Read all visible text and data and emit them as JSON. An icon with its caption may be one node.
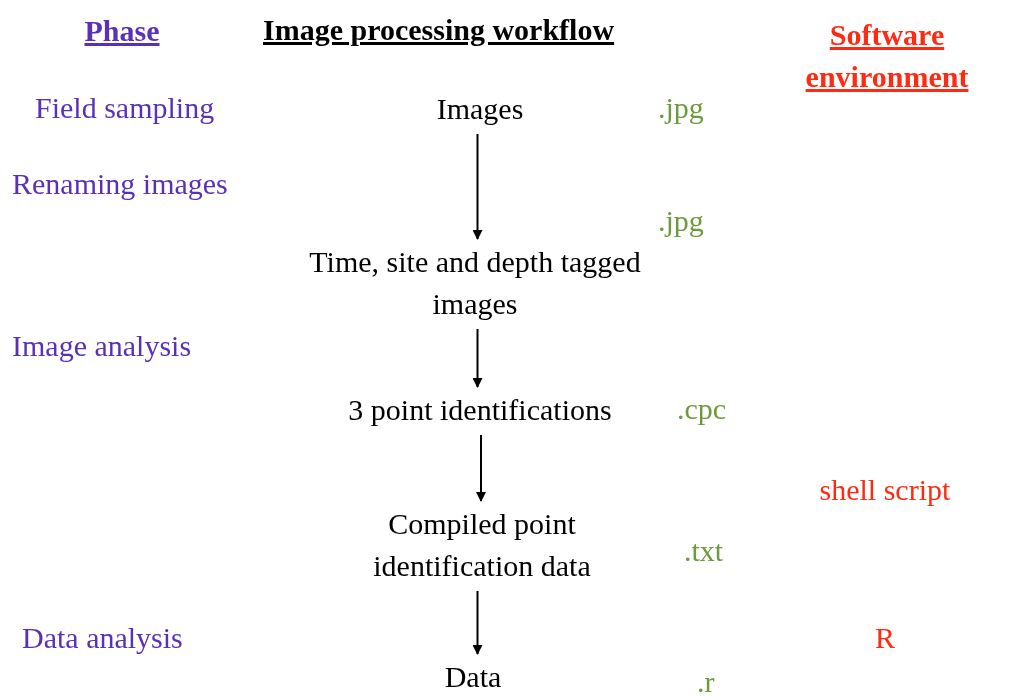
{
  "diagram": {
    "title": "Image processing workflow",
    "nodes": [
      {
        "text": [
          "Images"
        ]
      },
      {
        "text": [
          "Time, site and depth tagged images"
        ]
      },
      {
        "text": [
          "3 point identifications"
        ]
      },
      {
        "text": [
          "Compiled point identification data"
        ]
      },
      {
        "text": [
          "Data"
        ]
      }
    ],
    "edges": [
      {
        "from": 0,
        "to": 1,
        "arrow": "to"
      },
      {
        "from": 1,
        "to": 2,
        "arrow": "to"
      },
      {
        "from": 2,
        "to": 3,
        "arrow": "to"
      },
      {
        "from": 3,
        "to": 4,
        "arrow": "to"
      }
    ],
    "labels": [
      "Phase",
      "Software environment",
      "Field sampling",
      ".jpg",
      "Renaming images",
      ".jpg",
      "Image analysis",
      ".cpc",
      "shell script",
      ".txt",
      "Data analysis",
      "R",
      ".r"
    ]
  }
}
